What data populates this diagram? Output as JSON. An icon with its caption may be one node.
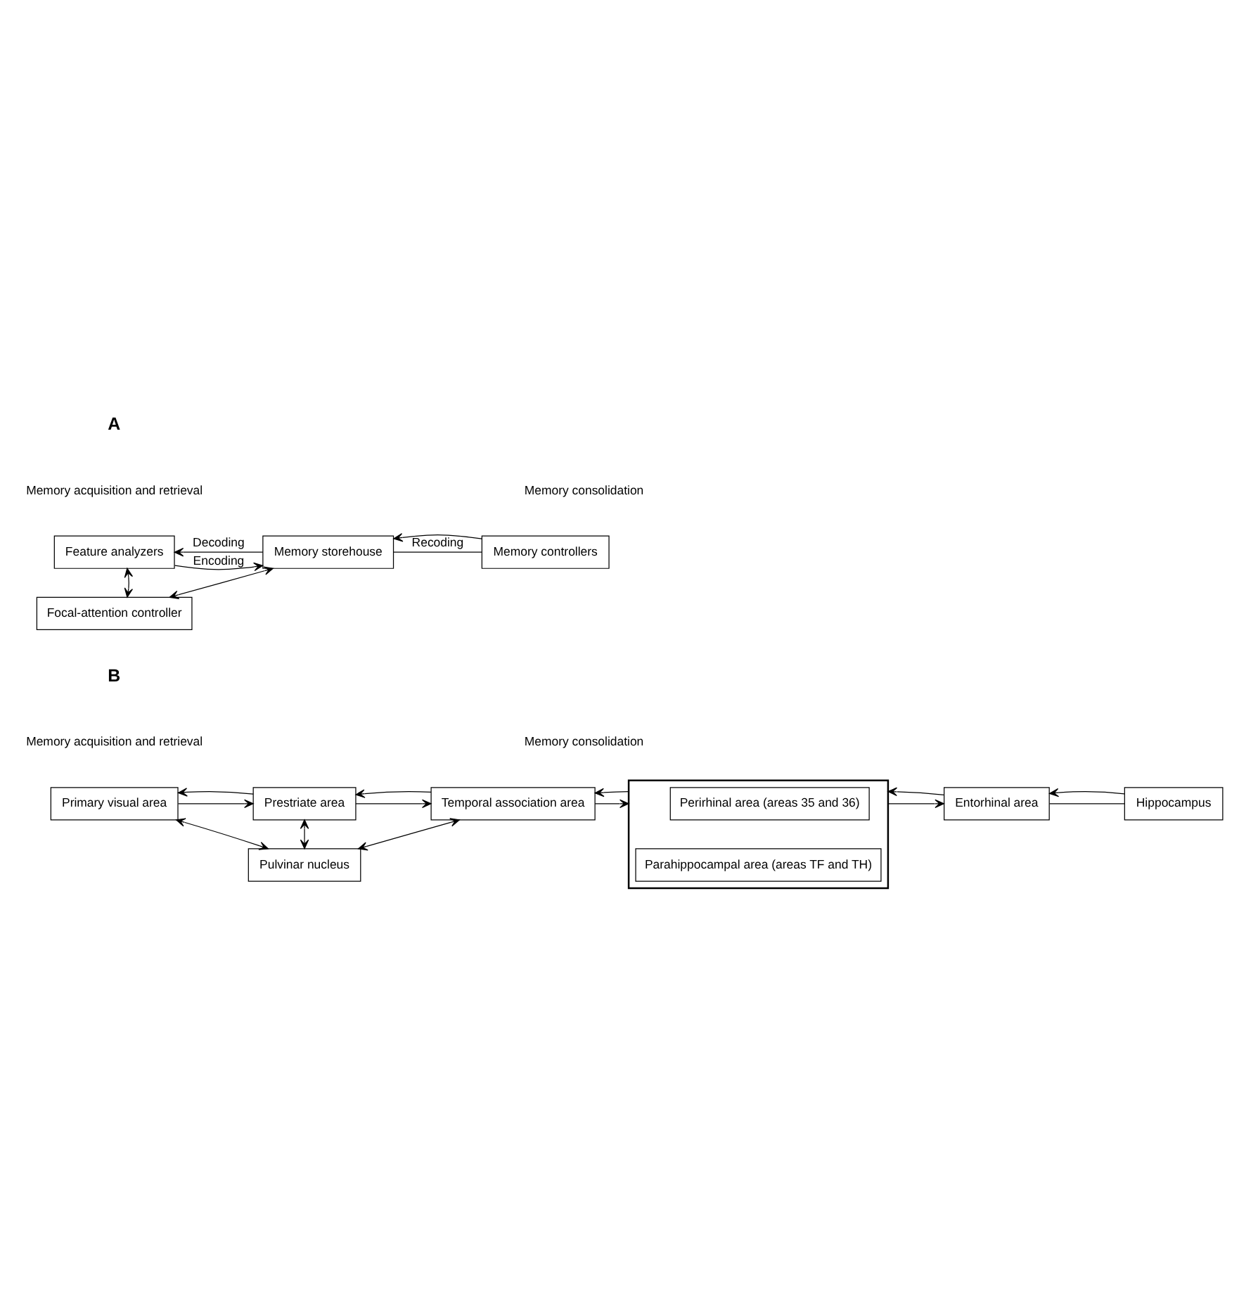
{
  "diagram": {
    "nodes": [
      {
        "text": [
          "Feature analyzers"
        ]
      },
      {
        "text": [
          "Memory storehouse"
        ]
      },
      {
        "text": [
          "Memory controllers"
        ]
      },
      {
        "text": [
          "Focal-attention controller"
        ]
      },
      {
        "text": [
          "Primary visual area"
        ]
      },
      {
        "text": [
          "Prestriate area"
        ]
      },
      {
        "text": [
          "Temporal association area"
        ]
      },
      {
        "text": [],
        "shape": "box"
      },
      {
        "text": [
          "Perirhinal area (areas 35 and 36)"
        ],
        "in": 7
      },
      {
        "text": [
          "Parahippocampal area (areas TF and TH)"
        ],
        "in": 7
      },
      {
        "text": [
          "Entorhinal area"
        ]
      },
      {
        "text": [
          "Hippocampus"
        ]
      },
      {
        "text": [
          "Pulvinar nucleus"
        ]
      }
    ],
    "edges": [
      {
        "from": 0,
        "to": 1,
        "arrow": "to",
        "label": "Encoding"
      },
      {
        "from": 1,
        "to": 0,
        "arrow": "to",
        "label": "Decoding"
      },
      {
        "from": 1,
        "to": 2,
        "arrow": "none",
        "label": "Recoding"
      },
      {
        "from": 2,
        "to": 1,
        "arrow": "to"
      },
      {
        "from": 0,
        "to": 3,
        "arrow": "both"
      },
      {
        "from": 1,
        "to": 3,
        "arrow": "both"
      },
      {
        "from": 4,
        "to": 5,
        "arrow": "to"
      },
      {
        "from": 5,
        "to": 4,
        "arrow": "to"
      },
      {
        "from": 5,
        "to": 6,
        "arrow": "to"
      },
      {
        "from": 6,
        "to": 5,
        "arrow": "to"
      },
      {
        "from": 6,
        "to": 7,
        "arrow": "to"
      },
      {
        "from": 7,
        "to": 6,
        "arrow": "to"
      },
      {
        "from": 7,
        "to": 10,
        "arrow": "to"
      },
      {
        "from": 10,
        "to": 7,
        "arrow": "to"
      },
      {
        "from": 10,
        "to": 11,
        "arrow": "none"
      },
      {
        "from": 11,
        "to": 10,
        "arrow": "to"
      },
      {
        "from": 4,
        "to": 12,
        "arrow": "both"
      },
      {
        "from": 5,
        "to": 12,
        "arrow": "both"
      },
      {
        "from": 6,
        "to": 12,
        "arrow": "both"
      }
    ],
    "labels": [
      "A",
      "Memory acquisition and retrieval",
      "Memory consolidation",
      "B",
      "Memory acquisition and retrieval",
      "Memory consolidation"
    ]
  }
}
